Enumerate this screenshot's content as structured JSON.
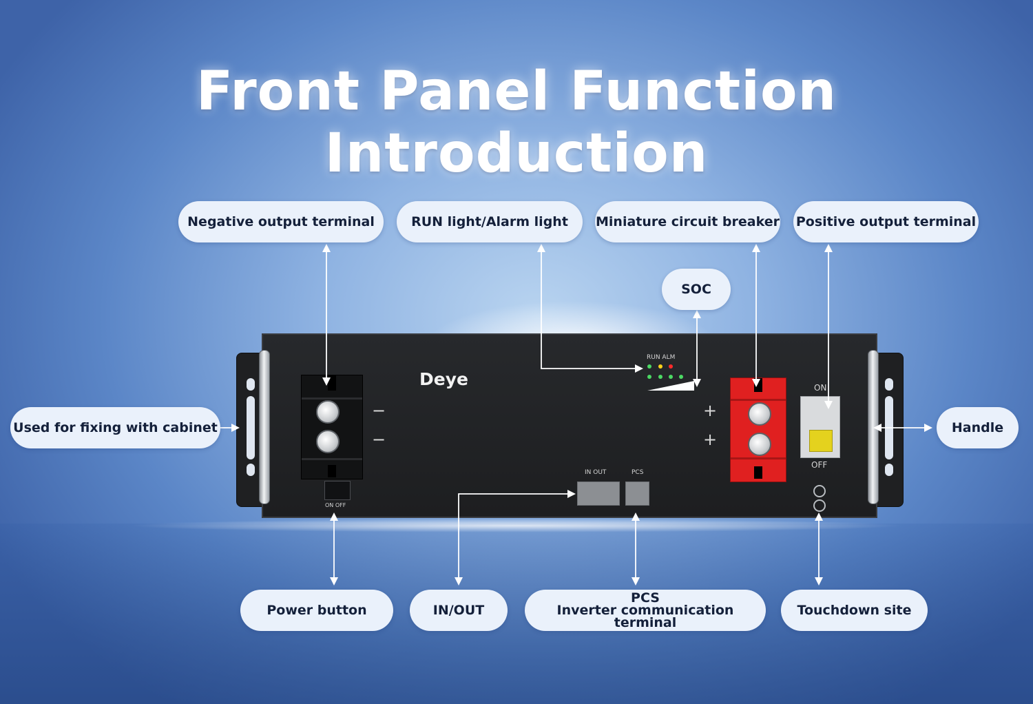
{
  "title": "Front Panel Function Introduction",
  "callouts": {
    "negative_output_terminal": "Negative output terminal",
    "run_alarm_light": "RUN light/Alarm light",
    "miniature_circuit_breaker": "Miniature circuit breaker",
    "positive_output_terminal": "Positive output terminal",
    "soc": "SOC",
    "fixing_with_cabinet": "Used for fixing with cabinet",
    "handle": "Handle",
    "power_button": "Power button",
    "in_out": "IN/OUT",
    "pcs_title": "PCS",
    "pcs_subtitle": "Inverter communication terminal",
    "touchdown_site": "Touchdown site"
  },
  "device": {
    "brand": "Deye",
    "led_labels": "RUN ALM",
    "port_labels_in_out": "IN  OUT",
    "port_label_pcs": "PCS",
    "power_switch_label": "ON OFF",
    "breaker_on": "ON",
    "breaker_off": "OFF",
    "minus_sign": "−",
    "plus_sign": "+",
    "led_colors": [
      "#4cd964",
      "#ffd21a",
      "#ff2a2a"
    ],
    "terminal_positive_color": "#e02020",
    "terminal_negative_color": "#121314"
  },
  "colors": {
    "callout_bg": "#eaf1fb",
    "connector": "#ffffff"
  }
}
